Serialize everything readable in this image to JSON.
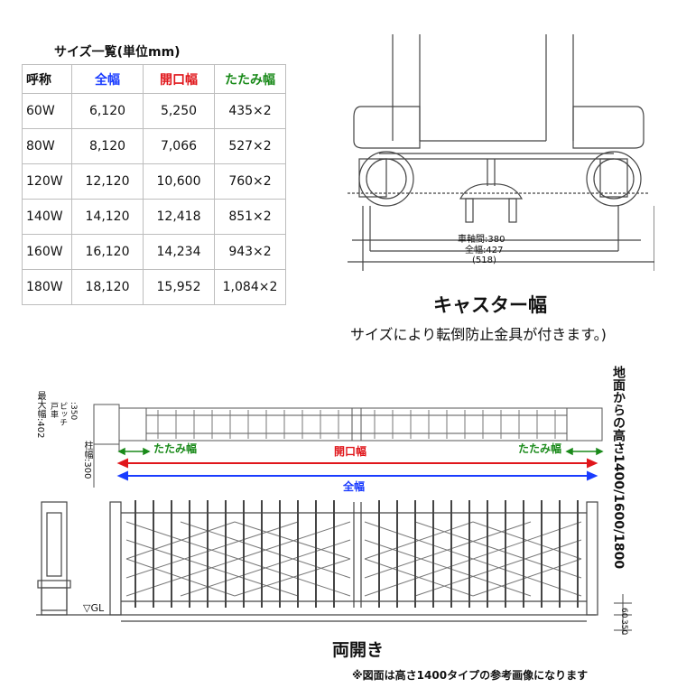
{
  "table": {
    "title": "サイズ一覧(単位mm)",
    "headers": [
      "呼称",
      "全幅",
      "開口幅",
      "たたみ幅"
    ],
    "rows": [
      [
        "60W",
        "6,120",
        "5,250",
        "435×2"
      ],
      [
        "80W",
        "8,120",
        "7,066",
        "527×2"
      ],
      [
        "120W",
        "12,120",
        "10,600",
        "760×2"
      ],
      [
        "140W",
        "14,120",
        "12,418",
        "851×2"
      ],
      [
        "160W",
        "16,120",
        "14,234",
        "943×2"
      ],
      [
        "180W",
        "18,120",
        "15,952",
        "1,084×2"
      ]
    ]
  },
  "caster": {
    "title": "キャスター幅",
    "note": "サイズにより転倒防止金具が付きます。)",
    "dims": {
      "wheelbase": "車軸間:380",
      "full_width": "全幅:427",
      "outer": "(518)"
    }
  },
  "plan": {
    "max_width": "最大幅:402",
    "door_pitch_1": "戸車",
    "door_pitch_2": "ピッチ",
    "door_pitch_3": ":350",
    "post_width": "柱幅:300",
    "fold_left": "たたみ幅",
    "fold_right": "たたみ幅",
    "opening": "開口幅",
    "full": "全幅"
  },
  "elevation": {
    "gl": "▽GL",
    "height_label": "地面からの高さ1400/1600/1800",
    "dim_60": "60",
    "dim_350": "350",
    "caption": "両開き"
  },
  "footnote": "※図面は高さ1400タイプの参考画像になります",
  "colors": {
    "full_blue": "#1a3cff",
    "opening_red": "#e0161b",
    "fold_green": "#1a8a1a",
    "line": "#333333"
  }
}
